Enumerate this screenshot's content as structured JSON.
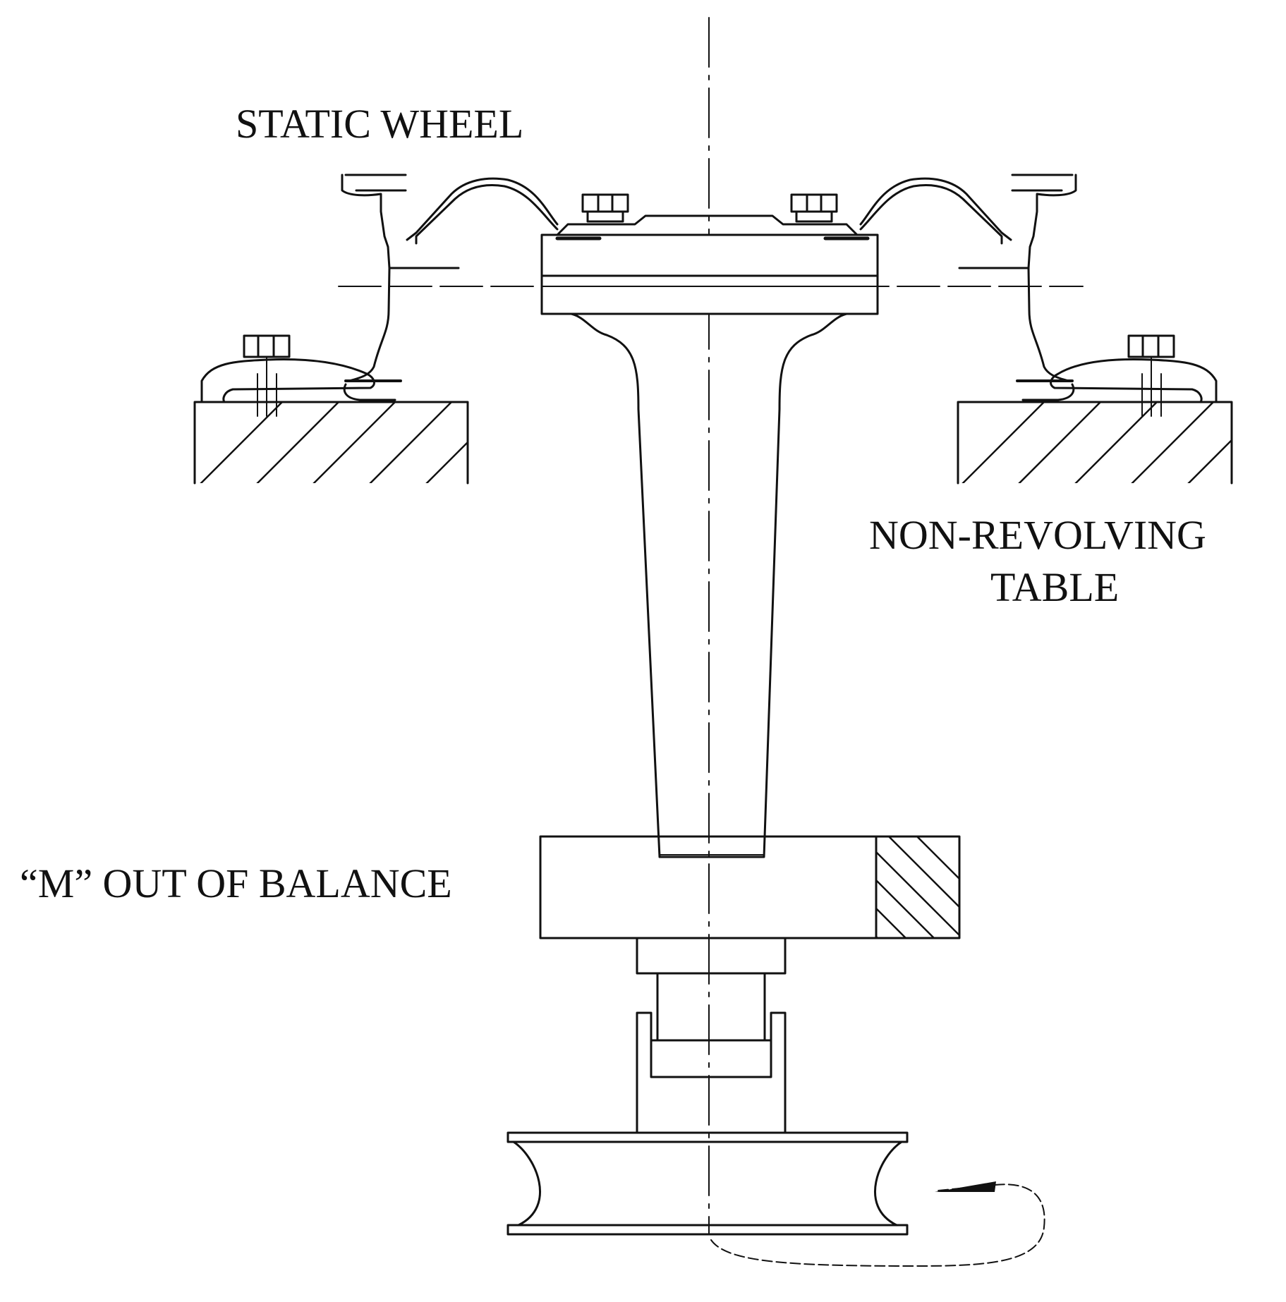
{
  "labels": {
    "static_wheel": "STATIC WHEEL",
    "non_revolving_line1": "NON-REVOLVING",
    "non_revolving_line2": "TABLE",
    "out_of_balance": "“M” OUT OF BALANCE"
  },
  "colors": {
    "line": "#111111",
    "background": "#ffffff"
  }
}
